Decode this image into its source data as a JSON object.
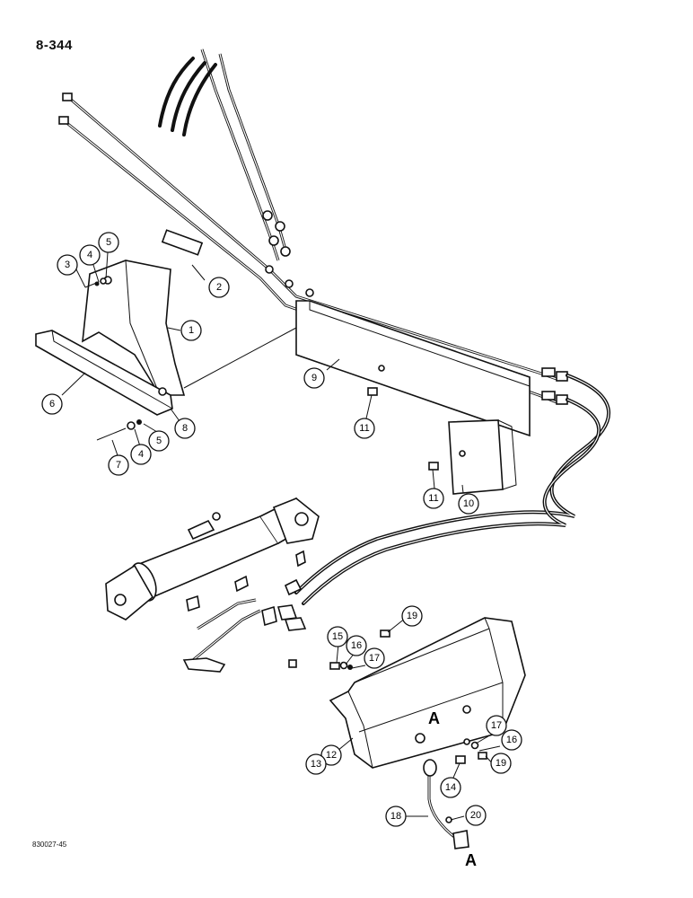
{
  "page": {
    "number": "8-344",
    "figure_code": "830027-45"
  },
  "reference_marks": [
    "A",
    "A"
  ],
  "callouts": [
    "1",
    "2",
    "3",
    "4",
    "5",
    "4",
    "5",
    "6",
    "7",
    "8",
    "9",
    "10",
    "11",
    "11",
    "12",
    "13",
    "14",
    "15",
    "16",
    "16",
    "17",
    "17",
    "18",
    "19",
    "19",
    "20"
  ]
}
